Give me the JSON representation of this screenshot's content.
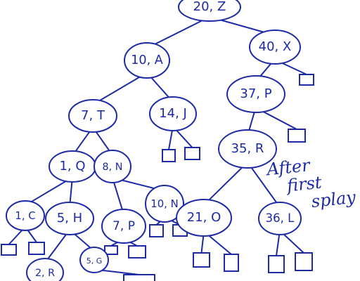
{
  "ink_color": "#1c2aa6",
  "paper_color": "#ffffff",
  "nodes": [
    {
      "id": "n20",
      "label": "20, Z"
    },
    {
      "id": "n10",
      "label": "10, A"
    },
    {
      "id": "n40",
      "label": "40, X"
    },
    {
      "id": "n7",
      "label": "7, T"
    },
    {
      "id": "n14",
      "label": "14, J"
    },
    {
      "id": "n37",
      "label": "37, P"
    },
    {
      "id": "n35",
      "label": "35, R"
    },
    {
      "id": "n1q",
      "label": "1, Q"
    },
    {
      "id": "n8n",
      "label": "8, N"
    },
    {
      "id": "n1c",
      "label": "1, C"
    },
    {
      "id": "n5h",
      "label": "5, H"
    },
    {
      "id": "n7p",
      "label": "7, P"
    },
    {
      "id": "n10n",
      "label": "10, N"
    },
    {
      "id": "n21o",
      "label": "21, O"
    },
    {
      "id": "n36l",
      "label": "36, L"
    },
    {
      "id": "n5g",
      "label": "5, G"
    },
    {
      "id": "n2r",
      "label": "2, R"
    }
  ],
  "note_lines": [
    "After",
    "first",
    "splay"
  ]
}
